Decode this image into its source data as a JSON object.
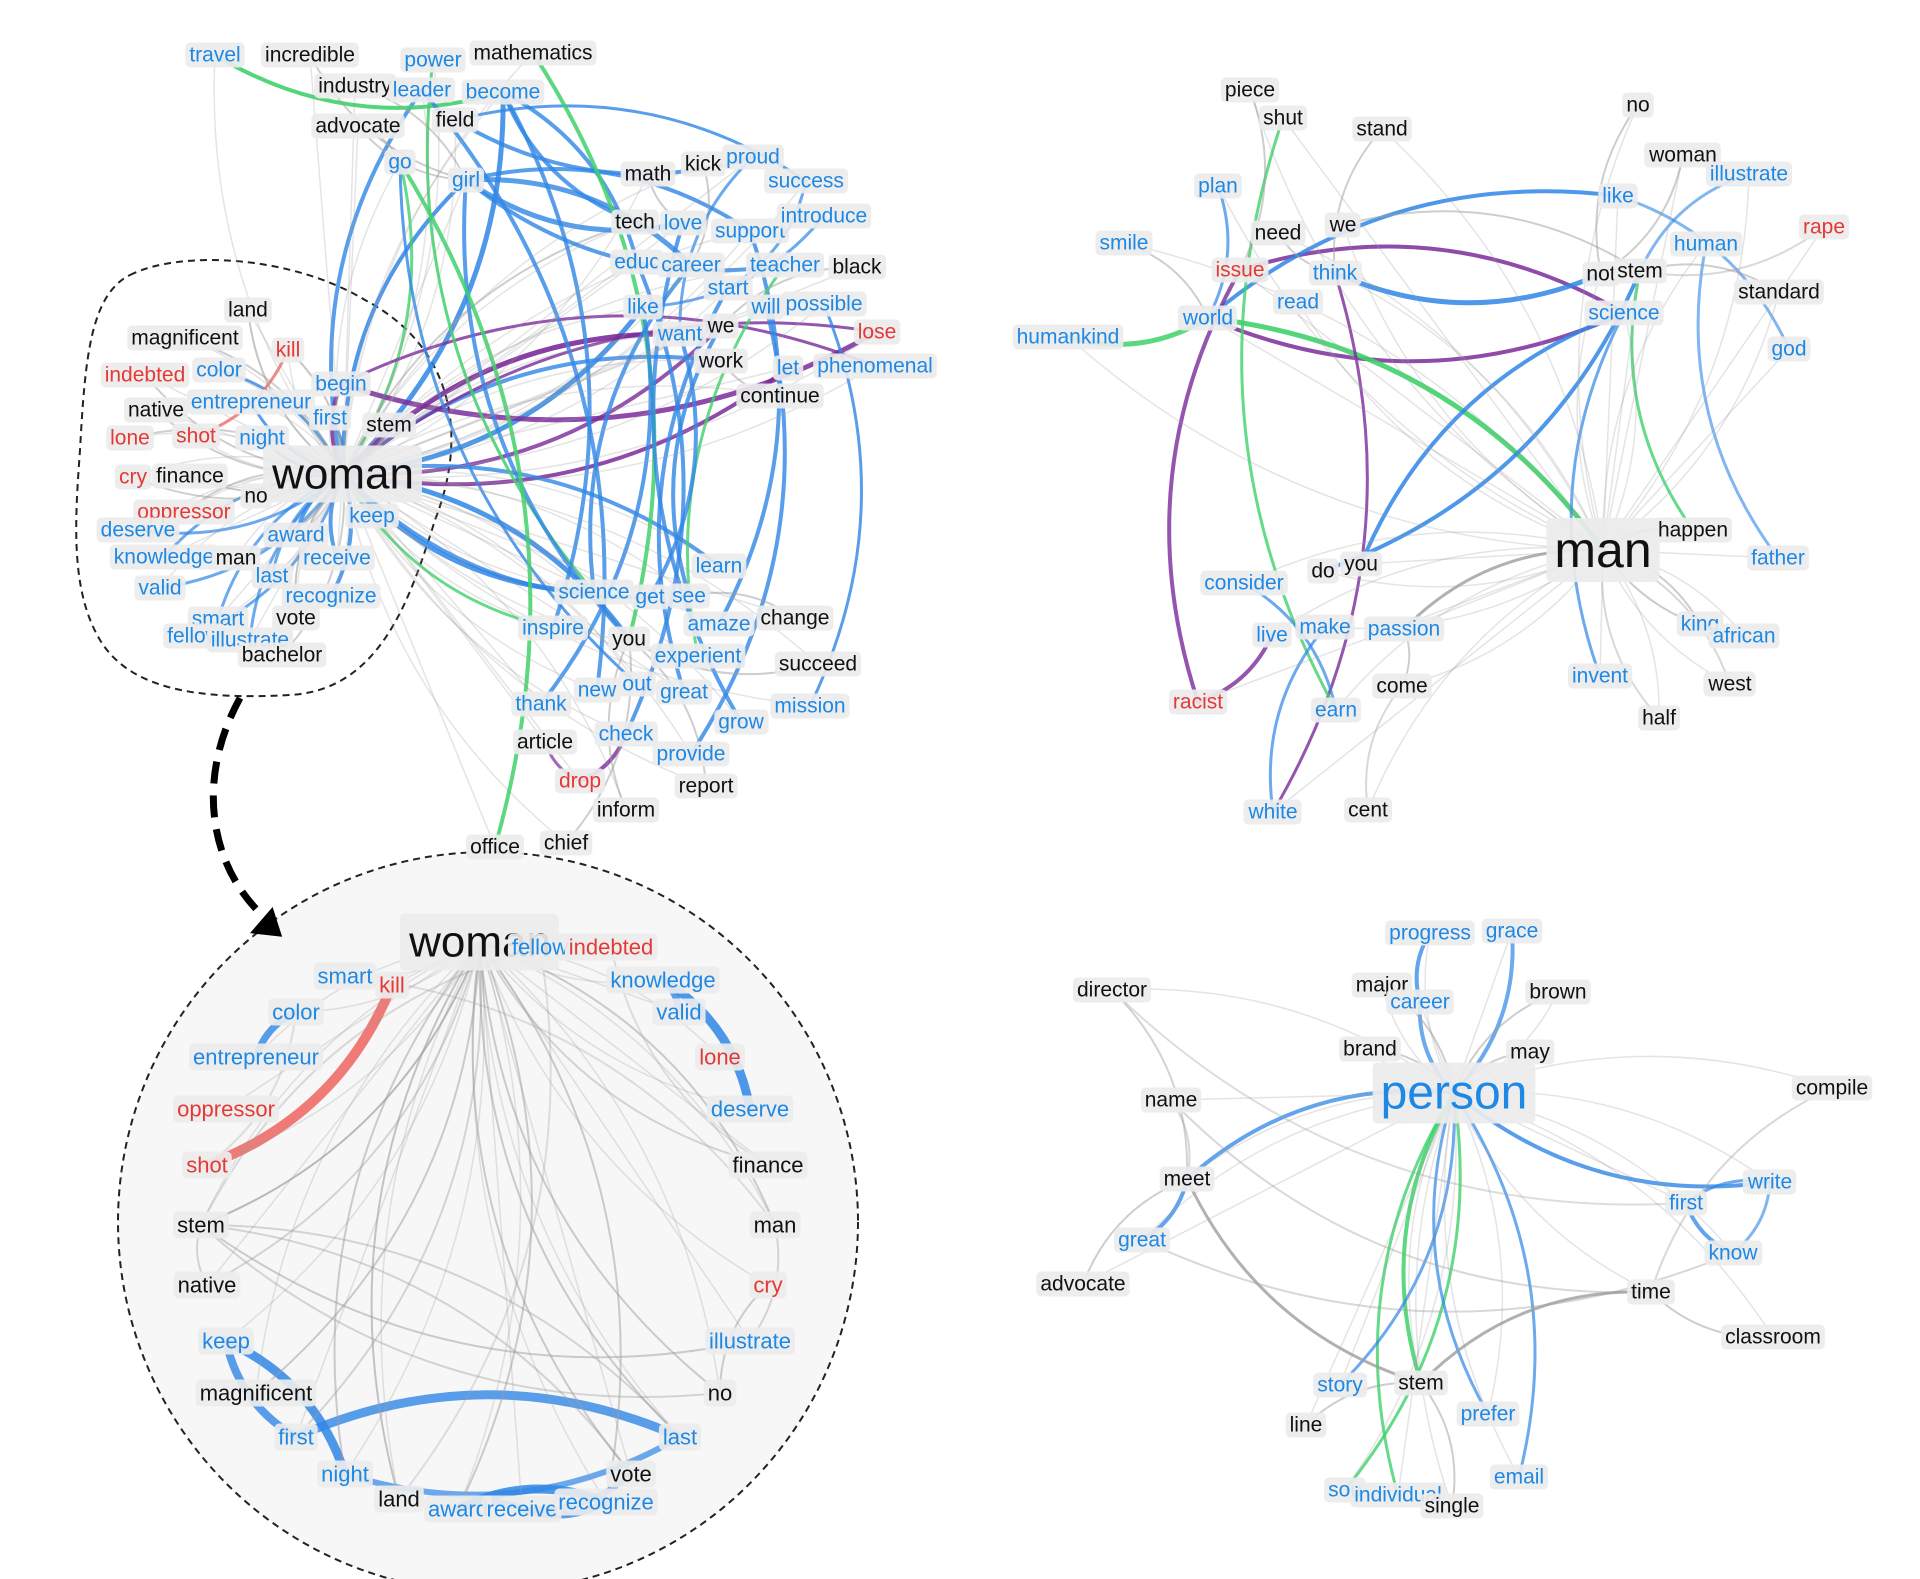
{
  "colors": {
    "positive": "#1e88e5",
    "negative": "#e53935",
    "neutral": "#111111",
    "label_bg": "#ececec",
    "edge_gray": "#9e9e9e",
    "edge_blue": "#2f86e6",
    "edge_green": "#3fd16a",
    "edge_purple": "#7b2b9a",
    "edge_red": "#ee6b66"
  },
  "graphs": [
    {
      "id": "woman-network",
      "nodes": [
        {
          "id": "travel",
          "text": "travel",
          "s": "p"
        },
        {
          "id": "incredible",
          "text": "incredible",
          "s": "n"
        },
        {
          "id": "power",
          "text": "power",
          "s": "p"
        },
        {
          "id": "mathematics",
          "text": "mathematics",
          "s": "n"
        },
        {
          "id": "industry",
          "text": "industry",
          "s": "n"
        },
        {
          "id": "leader",
          "text": "leader",
          "s": "p"
        },
        {
          "id": "become",
          "text": "become",
          "s": "p"
        },
        {
          "id": "advocate",
          "text": "advocate",
          "s": "n"
        },
        {
          "id": "field",
          "text": "field",
          "s": "n"
        },
        {
          "id": "go",
          "text": "go",
          "s": "p"
        },
        {
          "id": "girl",
          "text": "girl",
          "s": "p"
        },
        {
          "id": "math",
          "text": "math",
          "s": "n"
        },
        {
          "id": "kick",
          "text": "kick",
          "s": "n"
        },
        {
          "id": "proud",
          "text": "proud",
          "s": "p"
        },
        {
          "id": "success",
          "text": "success",
          "s": "p"
        },
        {
          "id": "tech",
          "text": "tech",
          "s": "n"
        },
        {
          "id": "love",
          "text": "love",
          "s": "p"
        },
        {
          "id": "support",
          "text": "support",
          "s": "p"
        },
        {
          "id": "introduce",
          "text": "introduce",
          "s": "p"
        },
        {
          "id": "educ",
          "text": "educ",
          "s": "p"
        },
        {
          "id": "career",
          "text": "career",
          "s": "p"
        },
        {
          "id": "teacher",
          "text": "teacher",
          "s": "p"
        },
        {
          "id": "black",
          "text": "black",
          "s": "n"
        },
        {
          "id": "start",
          "text": "start",
          "s": "p"
        },
        {
          "id": "like",
          "text": "like",
          "s": "p"
        },
        {
          "id": "will",
          "text": "will",
          "s": "p"
        },
        {
          "id": "possible",
          "text": "possible",
          "s": "p"
        },
        {
          "id": "want",
          "text": "want",
          "s": "p"
        },
        {
          "id": "we",
          "text": "we",
          "s": "n"
        },
        {
          "id": "lose",
          "text": "lose",
          "s": "x"
        },
        {
          "id": "work",
          "text": "work",
          "s": "n"
        },
        {
          "id": "let",
          "text": "let",
          "s": "p"
        },
        {
          "id": "phenomenal",
          "text": "phenomenal",
          "s": "p"
        },
        {
          "id": "continue",
          "text": "continue",
          "s": "n"
        },
        {
          "id": "land",
          "text": "land",
          "s": "n"
        },
        {
          "id": "magnificent",
          "text": "magnificent",
          "s": "n"
        },
        {
          "id": "kill",
          "text": "kill",
          "s": "x"
        },
        {
          "id": "indebted",
          "text": "indebted",
          "s": "x"
        },
        {
          "id": "color",
          "text": "color",
          "s": "p"
        },
        {
          "id": "begin",
          "text": "begin",
          "s": "p"
        },
        {
          "id": "native",
          "text": "native",
          "s": "n"
        },
        {
          "id": "entrepreneur",
          "text": "entrepreneur",
          "s": "p"
        },
        {
          "id": "first",
          "text": "first",
          "s": "p"
        },
        {
          "id": "stem",
          "text": "stem",
          "s": "n"
        },
        {
          "id": "lone",
          "text": "lone",
          "s": "x"
        },
        {
          "id": "shot",
          "text": "shot",
          "s": "x"
        },
        {
          "id": "night",
          "text": "night",
          "s": "p"
        },
        {
          "id": "cry",
          "text": "cry",
          "s": "x"
        },
        {
          "id": "finance",
          "text": "finance",
          "s": "n"
        },
        {
          "id": "woman",
          "text": "woman",
          "s": "n",
          "center": true
        },
        {
          "id": "oppressor",
          "text": "oppressor",
          "s": "x"
        },
        {
          "id": "no",
          "text": "no",
          "s": "n"
        },
        {
          "id": "keep",
          "text": "keep",
          "s": "p"
        },
        {
          "id": "deserve",
          "text": "deserve",
          "s": "p"
        },
        {
          "id": "award",
          "text": "award",
          "s": "p"
        },
        {
          "id": "knowledge",
          "text": "knowledge",
          "s": "p"
        },
        {
          "id": "man",
          "text": "man",
          "s": "n"
        },
        {
          "id": "last",
          "text": "last",
          "s": "p"
        },
        {
          "id": "receive",
          "text": "receive",
          "s": "p"
        },
        {
          "id": "valid",
          "text": "valid",
          "s": "p"
        },
        {
          "id": "recognize",
          "text": "recognize",
          "s": "p"
        },
        {
          "id": "smart",
          "text": "smart",
          "s": "p"
        },
        {
          "id": "vote",
          "text": "vote",
          "s": "n"
        },
        {
          "id": "fellow",
          "text": "fellow",
          "s": "p"
        },
        {
          "id": "illustrate",
          "text": "illustrate",
          "s": "p"
        },
        {
          "id": "bachelor",
          "text": "bachelor",
          "s": "n"
        },
        {
          "id": "learn",
          "text": "learn",
          "s": "p"
        },
        {
          "id": "science",
          "text": "science",
          "s": "p"
        },
        {
          "id": "get",
          "text": "get",
          "s": "p"
        },
        {
          "id": "see",
          "text": "see",
          "s": "p"
        },
        {
          "id": "change",
          "text": "change",
          "s": "n"
        },
        {
          "id": "inspire",
          "text": "inspire",
          "s": "p"
        },
        {
          "id": "you",
          "text": "you",
          "s": "n"
        },
        {
          "id": "amaze",
          "text": "amaze",
          "s": "p"
        },
        {
          "id": "experient",
          "text": "experient",
          "s": "p"
        },
        {
          "id": "succeed",
          "text": "succeed",
          "s": "n"
        },
        {
          "id": "thank",
          "text": "thank",
          "s": "p"
        },
        {
          "id": "new",
          "text": "new",
          "s": "p"
        },
        {
          "id": "out",
          "text": "out",
          "s": "p"
        },
        {
          "id": "great",
          "text": "great",
          "s": "p"
        },
        {
          "id": "mission",
          "text": "mission",
          "s": "p"
        },
        {
          "id": "grow",
          "text": "grow",
          "s": "p"
        },
        {
          "id": "article",
          "text": "article",
          "s": "n"
        },
        {
          "id": "check",
          "text": "check",
          "s": "p"
        },
        {
          "id": "provide",
          "text": "provide",
          "s": "p"
        },
        {
          "id": "drop",
          "text": "drop",
          "s": "x"
        },
        {
          "id": "report",
          "text": "report",
          "s": "n"
        },
        {
          "id": "inform",
          "text": "inform",
          "s": "n"
        },
        {
          "id": "office",
          "text": "office",
          "s": "n"
        },
        {
          "id": "chief",
          "text": "chief",
          "s": "n"
        }
      ]
    },
    {
      "id": "man-network",
      "nodes": [
        {
          "id": "piece",
          "text": "piece",
          "s": "n"
        },
        {
          "id": "shut",
          "text": "shut",
          "s": "n"
        },
        {
          "id": "stand",
          "text": "stand",
          "s": "n"
        },
        {
          "id": "no",
          "text": "no",
          "s": "n"
        },
        {
          "id": "woman",
          "text": "woman",
          "s": "n"
        },
        {
          "id": "illustrate",
          "text": "illustrate",
          "s": "p"
        },
        {
          "id": "plan",
          "text": "plan",
          "s": "p"
        },
        {
          "id": "like",
          "text": "like",
          "s": "p"
        },
        {
          "id": "need",
          "text": "need",
          "s": "n"
        },
        {
          "id": "we",
          "text": "we",
          "s": "n"
        },
        {
          "id": "rape",
          "text": "rape",
          "s": "x"
        },
        {
          "id": "smile",
          "text": "smile",
          "s": "p"
        },
        {
          "id": "human",
          "text": "human",
          "s": "p"
        },
        {
          "id": "issue",
          "text": "issue",
          "s": "x"
        },
        {
          "id": "think",
          "text": "think",
          "s": "p"
        },
        {
          "id": "not",
          "text": "not",
          "s": "n"
        },
        {
          "id": "stem",
          "text": "stem",
          "s": "n"
        },
        {
          "id": "standard",
          "text": "standard",
          "s": "n"
        },
        {
          "id": "read",
          "text": "read",
          "s": "p"
        },
        {
          "id": "world",
          "text": "world",
          "s": "p"
        },
        {
          "id": "science",
          "text": "science",
          "s": "p"
        },
        {
          "id": "humankind",
          "text": "humankind",
          "s": "p"
        },
        {
          "id": "god",
          "text": "god",
          "s": "p"
        },
        {
          "id": "man",
          "text": "man",
          "s": "n",
          "center": true
        },
        {
          "id": "happen",
          "text": "happen",
          "s": "n"
        },
        {
          "id": "father",
          "text": "father",
          "s": "p"
        },
        {
          "id": "consider",
          "text": "consider",
          "s": "p"
        },
        {
          "id": "do",
          "text": "do",
          "s": "n"
        },
        {
          "id": "you",
          "text": "you",
          "s": "n"
        },
        {
          "id": "live",
          "text": "live",
          "s": "p"
        },
        {
          "id": "make",
          "text": "make",
          "s": "p"
        },
        {
          "id": "passion",
          "text": "passion",
          "s": "p"
        },
        {
          "id": "king",
          "text": "king",
          "s": "p"
        },
        {
          "id": "african",
          "text": "african",
          "s": "p"
        },
        {
          "id": "invent",
          "text": "invent",
          "s": "p"
        },
        {
          "id": "west",
          "text": "west",
          "s": "n"
        },
        {
          "id": "come",
          "text": "come",
          "s": "n"
        },
        {
          "id": "racist",
          "text": "racist",
          "s": "x"
        },
        {
          "id": "earn",
          "text": "earn",
          "s": "p"
        },
        {
          "id": "half",
          "text": "half",
          "s": "n"
        },
        {
          "id": "white",
          "text": "white",
          "s": "p"
        },
        {
          "id": "cent",
          "text": "cent",
          "s": "n"
        }
      ]
    },
    {
      "id": "woman-zoom",
      "nodes": [
        {
          "id": "woman",
          "text": "woman",
          "s": "n",
          "center": true
        },
        {
          "id": "fellow",
          "text": "fellow",
          "s": "p"
        },
        {
          "id": "indebted",
          "text": "indebted",
          "s": "x"
        },
        {
          "id": "smart",
          "text": "smart",
          "s": "p"
        },
        {
          "id": "kill",
          "text": "kill",
          "s": "x"
        },
        {
          "id": "knowledge",
          "text": "knowledge",
          "s": "p"
        },
        {
          "id": "color",
          "text": "color",
          "s": "p"
        },
        {
          "id": "valid",
          "text": "valid",
          "s": "p"
        },
        {
          "id": "entrepreneur",
          "text": "entrepreneur",
          "s": "p"
        },
        {
          "id": "lone",
          "text": "lone",
          "s": "x"
        },
        {
          "id": "oppressor",
          "text": "oppressor",
          "s": "x"
        },
        {
          "id": "deserve",
          "text": "deserve",
          "s": "p"
        },
        {
          "id": "shot",
          "text": "shot",
          "s": "x"
        },
        {
          "id": "finance",
          "text": "finance",
          "s": "n"
        },
        {
          "id": "stem",
          "text": "stem",
          "s": "n"
        },
        {
          "id": "man",
          "text": "man",
          "s": "n"
        },
        {
          "id": "native",
          "text": "native",
          "s": "n"
        },
        {
          "id": "cry",
          "text": "cry",
          "s": "x"
        },
        {
          "id": "keep",
          "text": "keep",
          "s": "p"
        },
        {
          "id": "illustrate",
          "text": "illustrate",
          "s": "p"
        },
        {
          "id": "magnificent",
          "text": "magnificent",
          "s": "n"
        },
        {
          "id": "no",
          "text": "no",
          "s": "n"
        },
        {
          "id": "first",
          "text": "first",
          "s": "p"
        },
        {
          "id": "last",
          "text": "last",
          "s": "p"
        },
        {
          "id": "night",
          "text": "night",
          "s": "p"
        },
        {
          "id": "vote",
          "text": "vote",
          "s": "n"
        },
        {
          "id": "land",
          "text": "land",
          "s": "n"
        },
        {
          "id": "award",
          "text": "award",
          "s": "p"
        },
        {
          "id": "receive",
          "text": "receive",
          "s": "p"
        },
        {
          "id": "recognize",
          "text": "recognize",
          "s": "p"
        }
      ]
    },
    {
      "id": "person-network",
      "nodes": [
        {
          "id": "progress",
          "text": "progress",
          "s": "p"
        },
        {
          "id": "grace",
          "text": "grace",
          "s": "p"
        },
        {
          "id": "director",
          "text": "director",
          "s": "n"
        },
        {
          "id": "major",
          "text": "major",
          "s": "n"
        },
        {
          "id": "career",
          "text": "career",
          "s": "p"
        },
        {
          "id": "brown",
          "text": "brown",
          "s": "n"
        },
        {
          "id": "brand",
          "text": "brand",
          "s": "n"
        },
        {
          "id": "may",
          "text": "may",
          "s": "n"
        },
        {
          "id": "person",
          "text": "person",
          "s": "p",
          "center": true
        },
        {
          "id": "compile",
          "text": "compile",
          "s": "n"
        },
        {
          "id": "name",
          "text": "name",
          "s": "n"
        },
        {
          "id": "meet",
          "text": "meet",
          "s": "n"
        },
        {
          "id": "write",
          "text": "write",
          "s": "p"
        },
        {
          "id": "first",
          "text": "first",
          "s": "p"
        },
        {
          "id": "great",
          "text": "great",
          "s": "p"
        },
        {
          "id": "know",
          "text": "know",
          "s": "p"
        },
        {
          "id": "advocate",
          "text": "advocate",
          "s": "n"
        },
        {
          "id": "time",
          "text": "time",
          "s": "n"
        },
        {
          "id": "classroom",
          "text": "classroom",
          "s": "n"
        },
        {
          "id": "story",
          "text": "story",
          "s": "p"
        },
        {
          "id": "stem",
          "text": "stem",
          "s": "n"
        },
        {
          "id": "prefer",
          "text": "prefer",
          "s": "p"
        },
        {
          "id": "line",
          "text": "line",
          "s": "n"
        },
        {
          "id": "email",
          "text": "email",
          "s": "p"
        },
        {
          "id": "source",
          "text": "sou",
          "s": "p"
        },
        {
          "id": "individual",
          "text": "individual",
          "s": "p"
        },
        {
          "id": "single",
          "text": "single",
          "s": "n"
        }
      ]
    }
  ]
}
